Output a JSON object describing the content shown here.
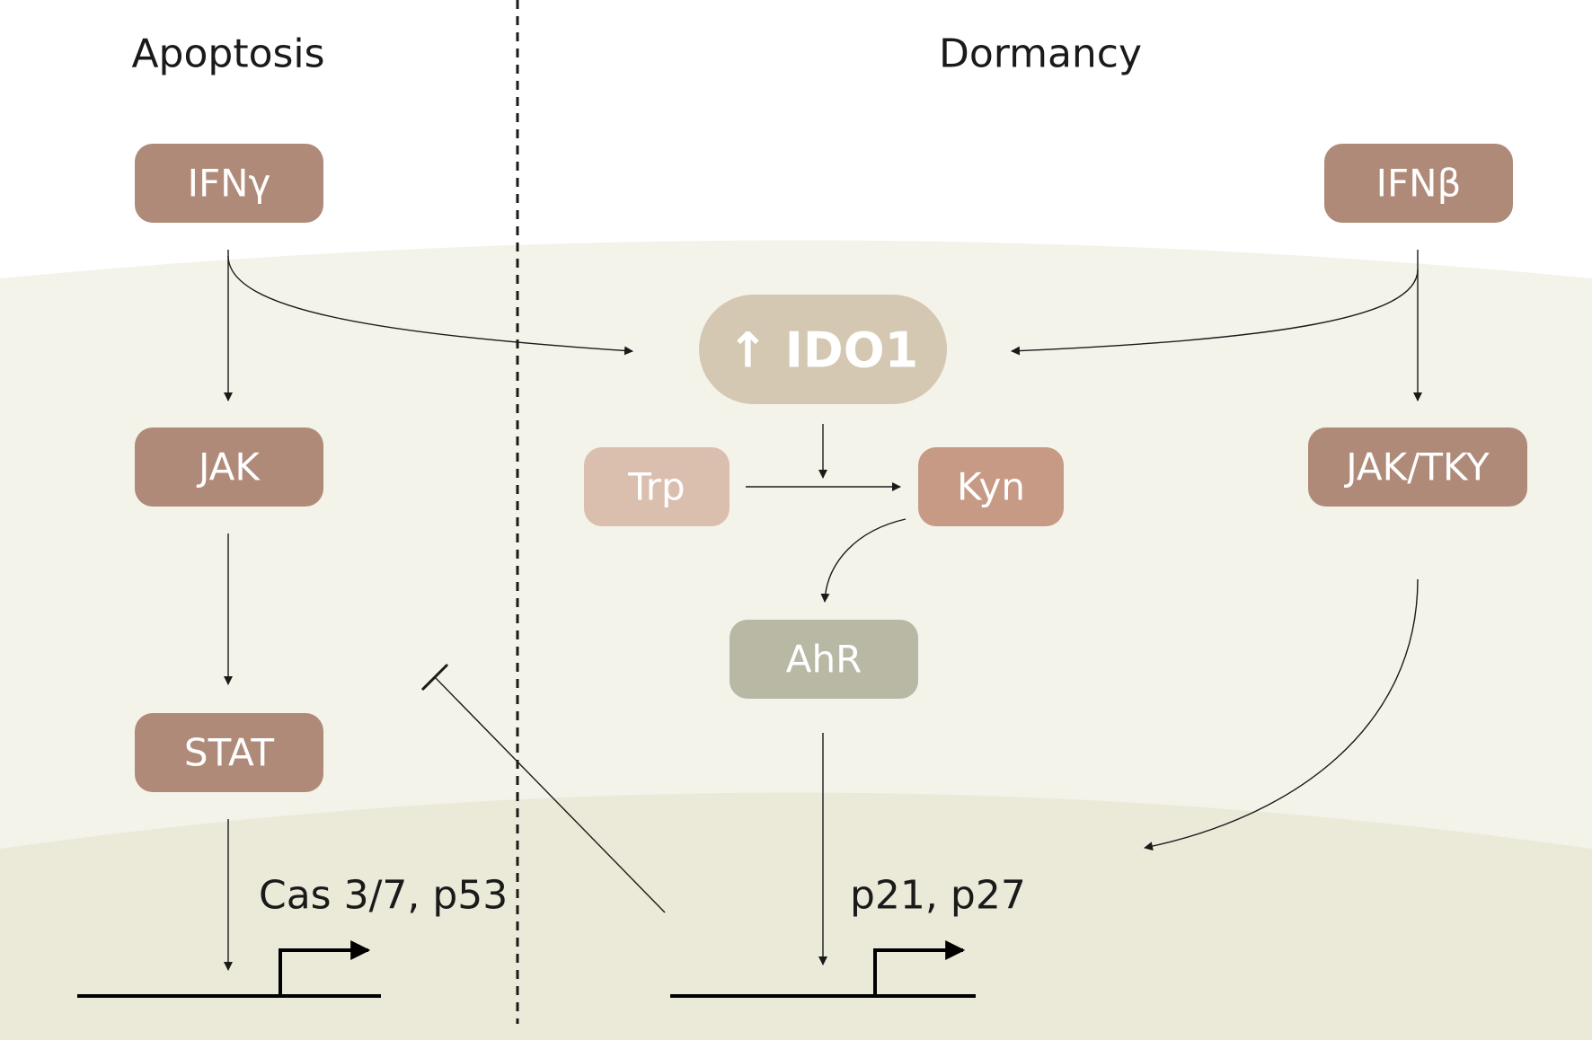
{
  "headings": {
    "apoptosis": "Apoptosis",
    "dormancy": "Dormancy"
  },
  "nodes": {
    "ifng": "IFNγ",
    "jak": "JAK",
    "stat": "STAT",
    "ido1": "↑ IDO1",
    "trp": "Trp",
    "kyn": "Kyn",
    "ahr": "AhR",
    "ifnb": "IFNβ",
    "jak_tky": "JAK/TKY"
  },
  "genes": {
    "apoptosis": "Cas 3/7, p53",
    "dormancy": "p21, p27"
  },
  "colors": {
    "region_outer": "#f4f3ea",
    "region_nucleus": "#ebe9d8",
    "node_brown": "#b08a78",
    "node_ido1": "#d4c8b2",
    "node_trp": "#dbbfae",
    "node_kyn": "#c79a86",
    "node_ahr": "#b8b8a5"
  }
}
